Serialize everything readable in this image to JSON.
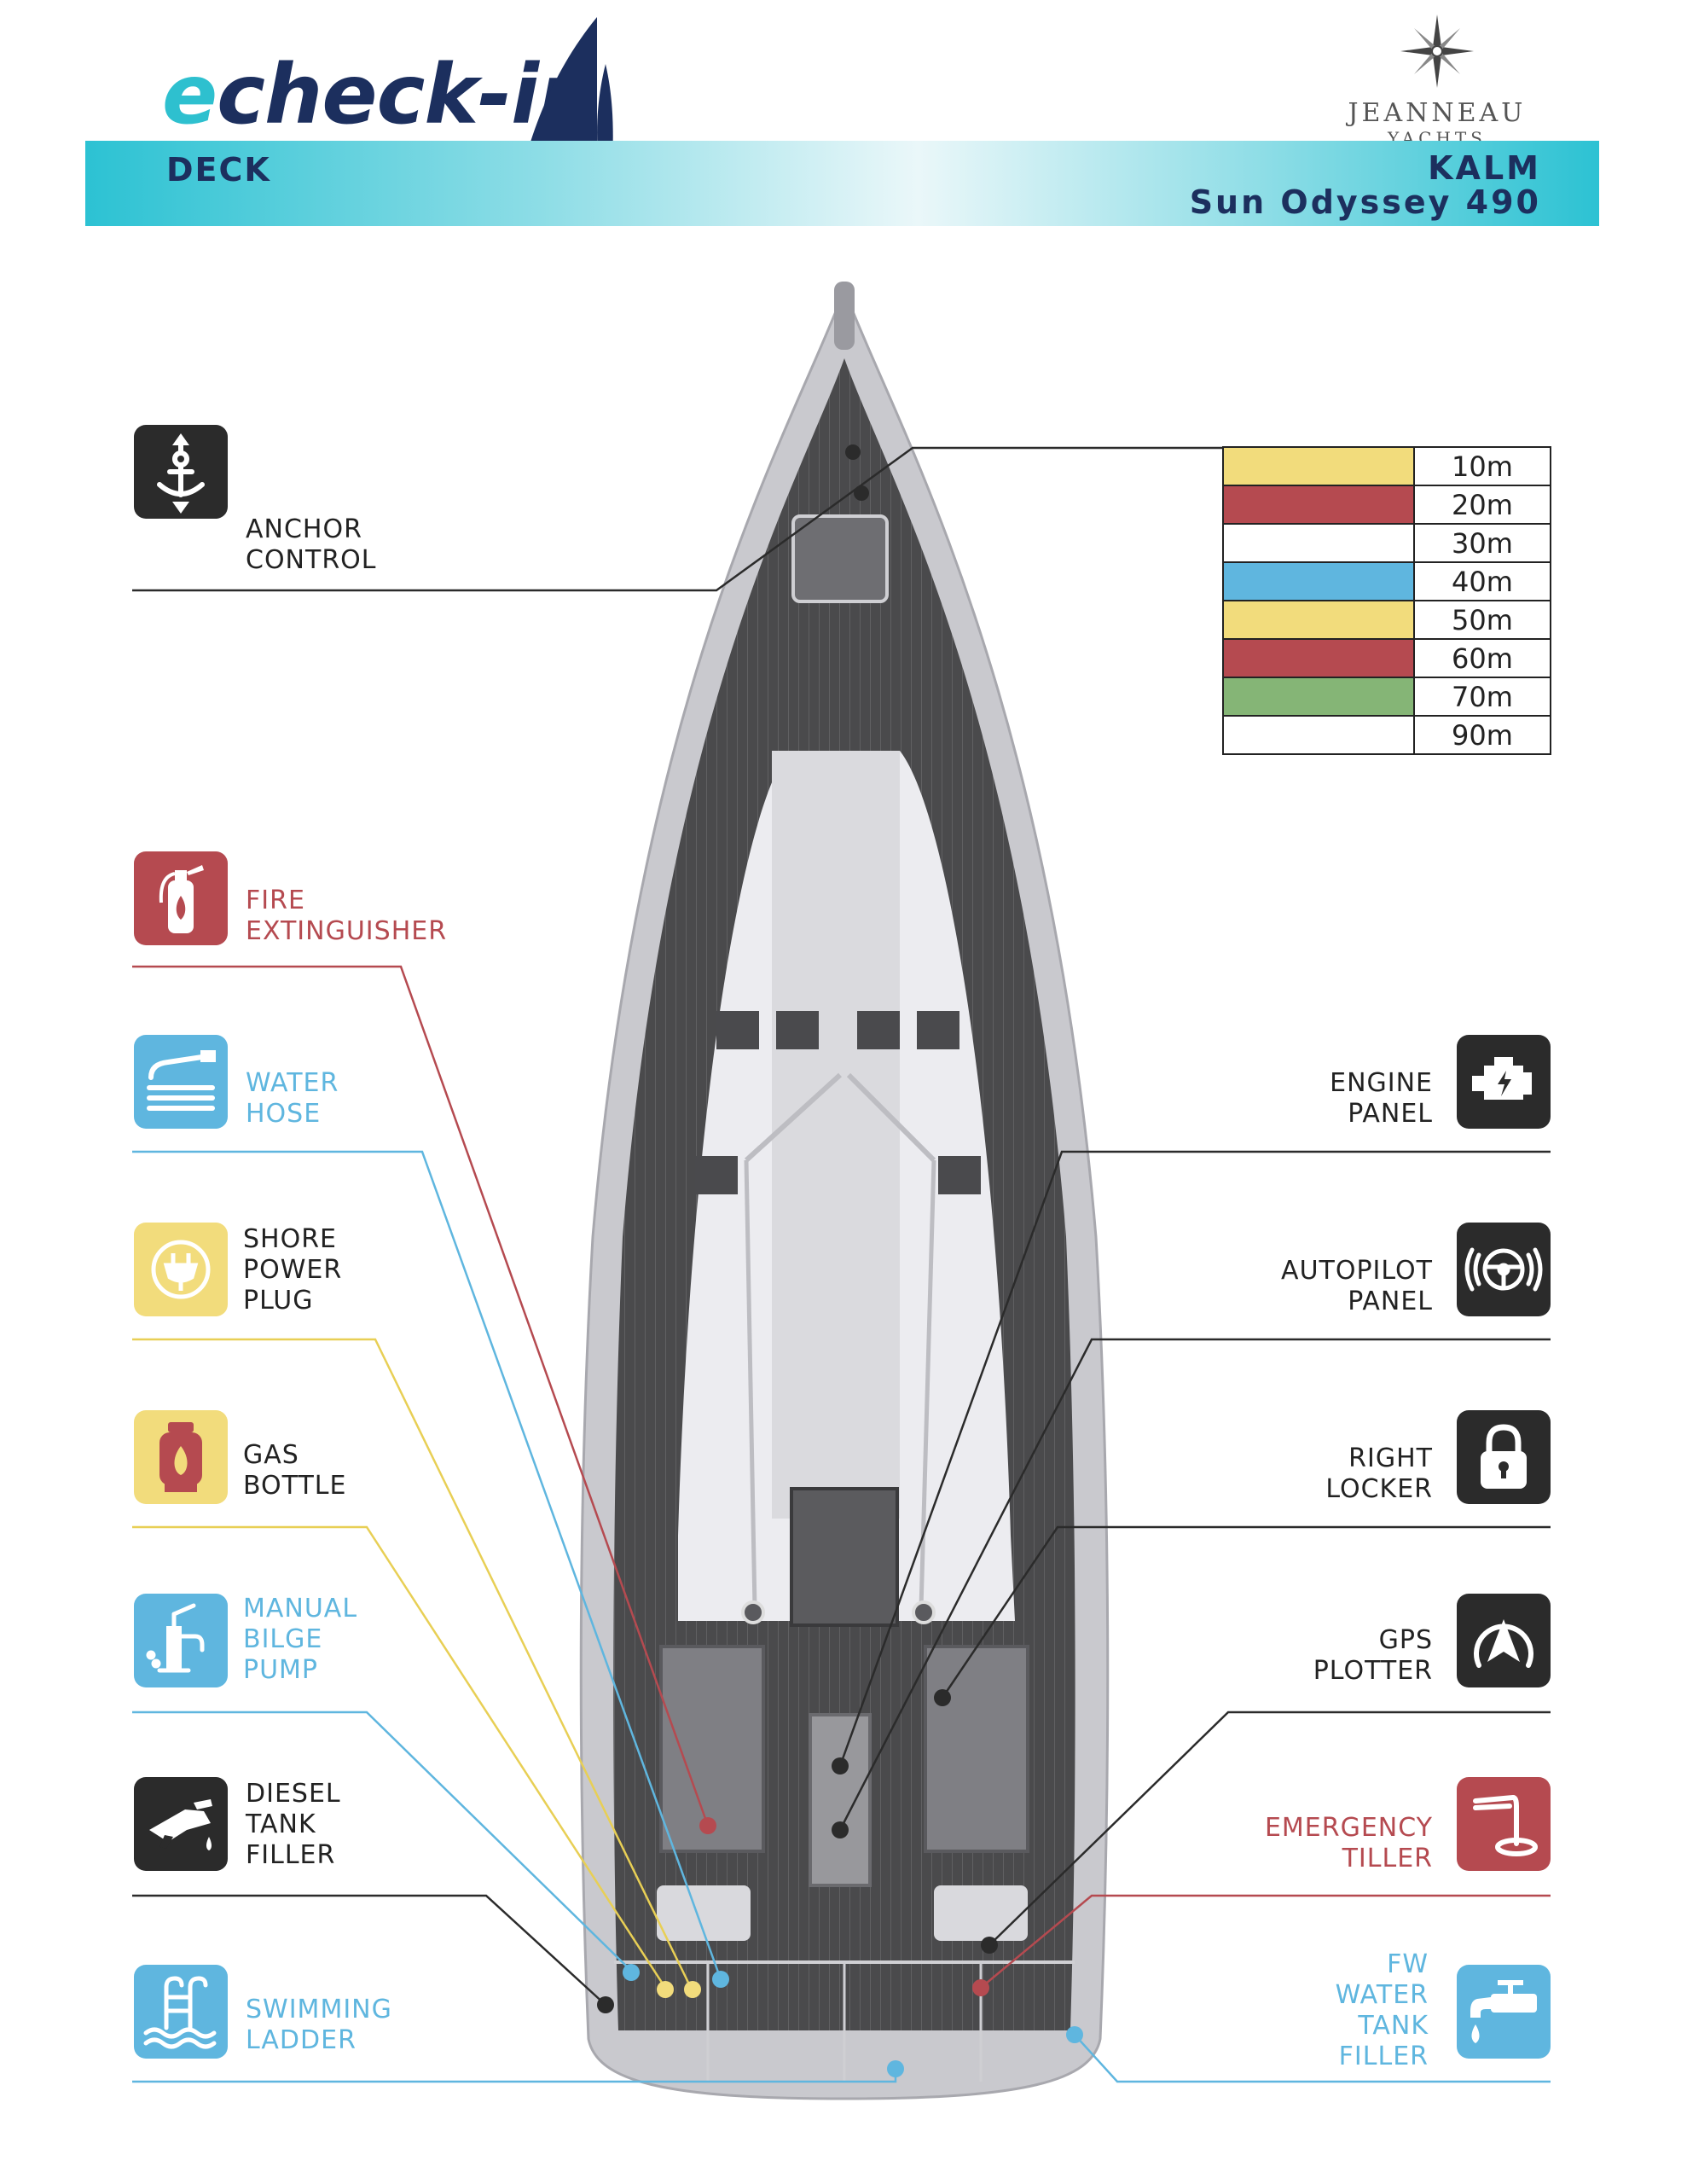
{
  "header": {
    "logo_e": "e",
    "logo_rest": "check-in",
    "brand_name": "JEANNEAU",
    "brand_sub": "YACHTS",
    "section": "DECK",
    "boat_name": "KALM",
    "boat_model": "Sun Odyssey 490"
  },
  "colors": {
    "dark": "#2b2b2b",
    "red": "#b54a50",
    "blue": "#5fb6df",
    "yellow": "#f2dc7c",
    "green": "#85b576",
    "band": "#2cc2d3",
    "navy": "#1c2f5e"
  },
  "left_items": [
    {
      "id": "anchor",
      "label": "ANCHOR\nCONTROL",
      "icon": "anchor-icon",
      "color": "dark"
    },
    {
      "id": "fire",
      "label": "FIRE\nEXTINGUISHER",
      "icon": "fire-extinguisher-icon",
      "color": "red"
    },
    {
      "id": "hose",
      "label": "WATER\nHOSE",
      "icon": "water-hose-icon",
      "color": "blue"
    },
    {
      "id": "shore",
      "label": "SHORE\nPOWER\nPLUG",
      "icon": "power-plug-icon",
      "color": "yellow"
    },
    {
      "id": "gas",
      "label": "GAS\nBOTTLE",
      "icon": "gas-bottle-icon",
      "color": "yellow"
    },
    {
      "id": "bilge",
      "label": "MANUAL\nBILGE\nPUMP",
      "icon": "hand-pump-icon",
      "color": "blue"
    },
    {
      "id": "diesel",
      "label": "DIESEL\nTANK\nFILLER",
      "icon": "fuel-nozzle-icon",
      "color": "dark"
    },
    {
      "id": "ladder",
      "label": "SWIMMING\nLADDER",
      "icon": "swimming-ladder-icon",
      "color": "blue"
    }
  ],
  "right_items": [
    {
      "id": "engine",
      "label": "ENGINE\nPANEL",
      "icon": "engine-icon",
      "color": "dark"
    },
    {
      "id": "autopilot",
      "label": "AUTOPILOT\nPANEL",
      "icon": "steering-wheel-icon",
      "color": "dark"
    },
    {
      "id": "locker",
      "label": "RIGHT\nLOCKER",
      "icon": "padlock-icon",
      "color": "dark"
    },
    {
      "id": "gps",
      "label": "GPS\nPLOTTER",
      "icon": "gps-icon",
      "color": "dark"
    },
    {
      "id": "tiller",
      "label": "EMERGENCY\nTILLER",
      "icon": "tiller-icon",
      "color": "red"
    },
    {
      "id": "fw",
      "label": "FW\nWATER\nTANK\nFILLER",
      "icon": "water-tap-icon",
      "color": "blue"
    }
  ],
  "chain_marks": [
    {
      "color": "#f2dc7c",
      "length": "10m"
    },
    {
      "color": "#b54a50",
      "length": "20m"
    },
    {
      "color": "#ffffff",
      "length": "30m"
    },
    {
      "color": "#5fb6df",
      "length": "40m"
    },
    {
      "color": "#f2dc7c",
      "length": "50m"
    },
    {
      "color": "#b54a50",
      "length": "60m"
    },
    {
      "color": "#85b576",
      "length": "70m"
    },
    {
      "color": "#ffffff",
      "length": "90m"
    }
  ]
}
